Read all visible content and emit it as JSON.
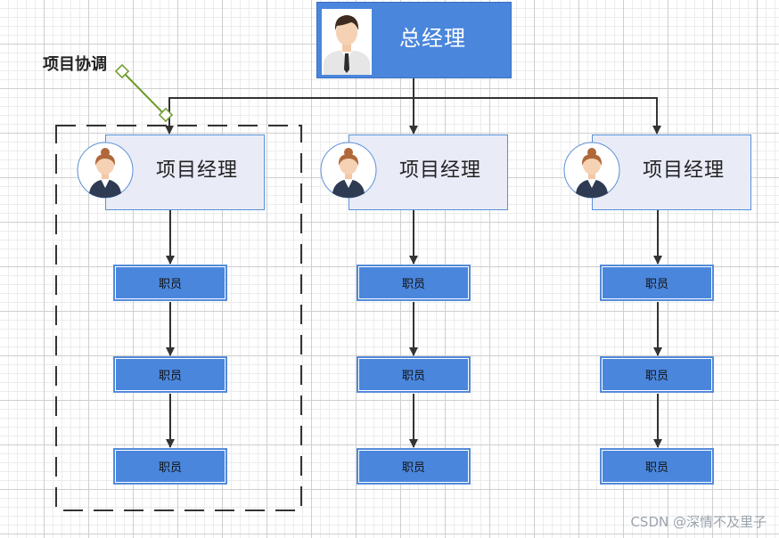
{
  "general_manager": {
    "title": "总经理"
  },
  "project_managers": [
    {
      "title": "项目经理"
    },
    {
      "title": "项目经理"
    },
    {
      "title": "项目经理"
    }
  ],
  "employees": [
    [
      "职员",
      "职员",
      "职员"
    ],
    [
      "职员",
      "职员",
      "职员"
    ],
    [
      "职员",
      "职员",
      "职员"
    ]
  ],
  "coordination": {
    "label": "项目协调"
  },
  "watermark": "CSDN @深情不及里子",
  "colors": {
    "node_blue": "#4a86dc",
    "manager_fill": "#e9ecf7",
    "connector": "#333333",
    "coordination_link": "#6d9a2a"
  },
  "icons": {
    "general_manager": "male-businessman-avatar-icon",
    "project_manager": "female-avatar-icon"
  }
}
